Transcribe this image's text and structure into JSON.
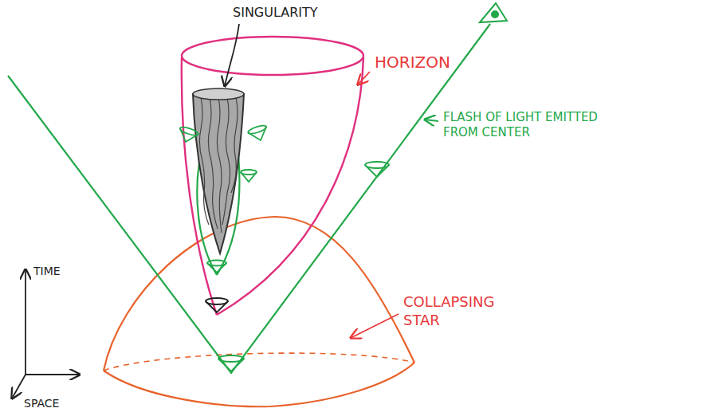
{
  "diagram": {
    "labels": [
      "SINGULARITY",
      "HORIZON",
      "FLASH OF LIGHT EMITTED FROM CENTER",
      "COLLAPSING STAR",
      "TIME",
      "SPACE"
    ]
  }
}
